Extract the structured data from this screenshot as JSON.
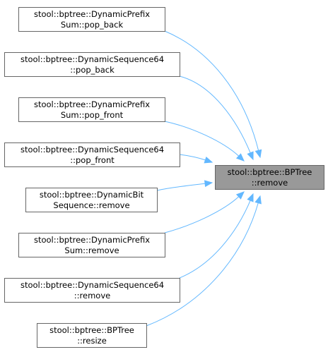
{
  "graph": {
    "target": {
      "id": "bptree-remove",
      "lines": [
        "stool::bptree::BPTree",
        "::remove"
      ]
    },
    "callers": [
      {
        "id": "dynamic-prefix-sum-pop-back",
        "lines": [
          "stool::bptree::DynamicPrefix",
          "Sum::pop_back"
        ]
      },
      {
        "id": "dynamic-sequence64-pop-back",
        "lines": [
          "stool::bptree::DynamicSequence64",
          "::pop_back"
        ]
      },
      {
        "id": "dynamic-prefix-sum-pop-front",
        "lines": [
          "stool::bptree::DynamicPrefix",
          "Sum::pop_front"
        ]
      },
      {
        "id": "dynamic-sequence64-pop-front",
        "lines": [
          "stool::bptree::DynamicSequence64",
          "::pop_front"
        ]
      },
      {
        "id": "dynamic-bit-sequence-remove",
        "lines": [
          "stool::bptree::DynamicBit",
          "Sequence::remove"
        ]
      },
      {
        "id": "dynamic-prefix-sum-remove",
        "lines": [
          "stool::bptree::DynamicPrefix",
          "Sum::remove"
        ]
      },
      {
        "id": "dynamic-sequence64-remove",
        "lines": [
          "stool::bptree::DynamicSequence64",
          "::remove"
        ]
      },
      {
        "id": "bptree-resize",
        "lines": [
          "stool::bptree::BPTree",
          "::resize"
        ]
      }
    ],
    "colors": {
      "edge": "#63b8ff",
      "target_fill": "#999999",
      "node_fill": "#ffffff",
      "node_stroke": "#666666"
    }
  }
}
